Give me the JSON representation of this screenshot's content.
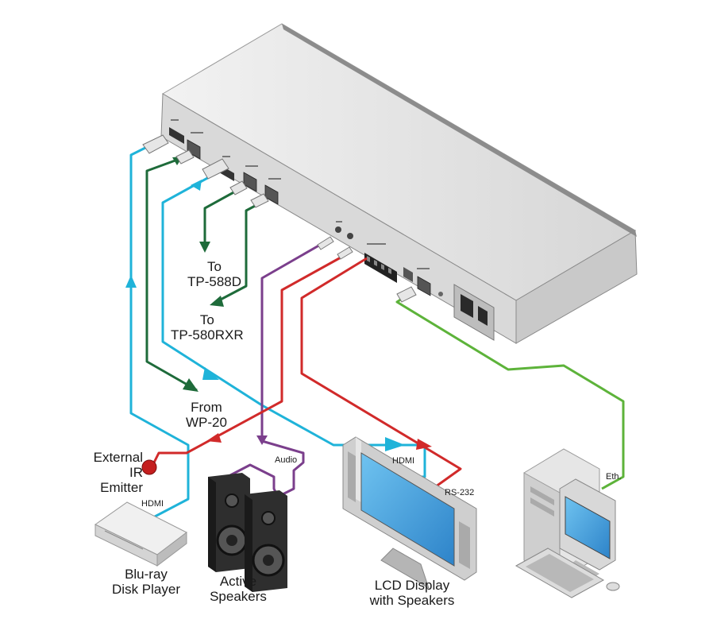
{
  "labels": {
    "to_tp588d": [
      "To",
      "TP-588D"
    ],
    "to_tp580rxr": [
      "To",
      "TP-580RXR"
    ],
    "from_wp20": [
      "From",
      "WP-20"
    ],
    "ir_emitter": [
      "External",
      "IR",
      "Emitter"
    ],
    "hdmi_player": "HDMI",
    "hdmi_display": "HDMI",
    "audio": "Audio",
    "rs232": "RS-232",
    "eth": "Eth.",
    "bluray": [
      "Blu-ray",
      "Disk Player"
    ],
    "speakers": [
      "Active",
      "Speakers"
    ],
    "lcd": [
      "LCD Display",
      "with Speakers"
    ]
  },
  "colors": {
    "hdmi": "#1fb3d9",
    "hdbaset": "#1e6b3a",
    "audio": "#7b3f8c",
    "rs232": "#d12a2a",
    "ethernet": "#5db33a",
    "device_body": "#e2e2e2"
  }
}
